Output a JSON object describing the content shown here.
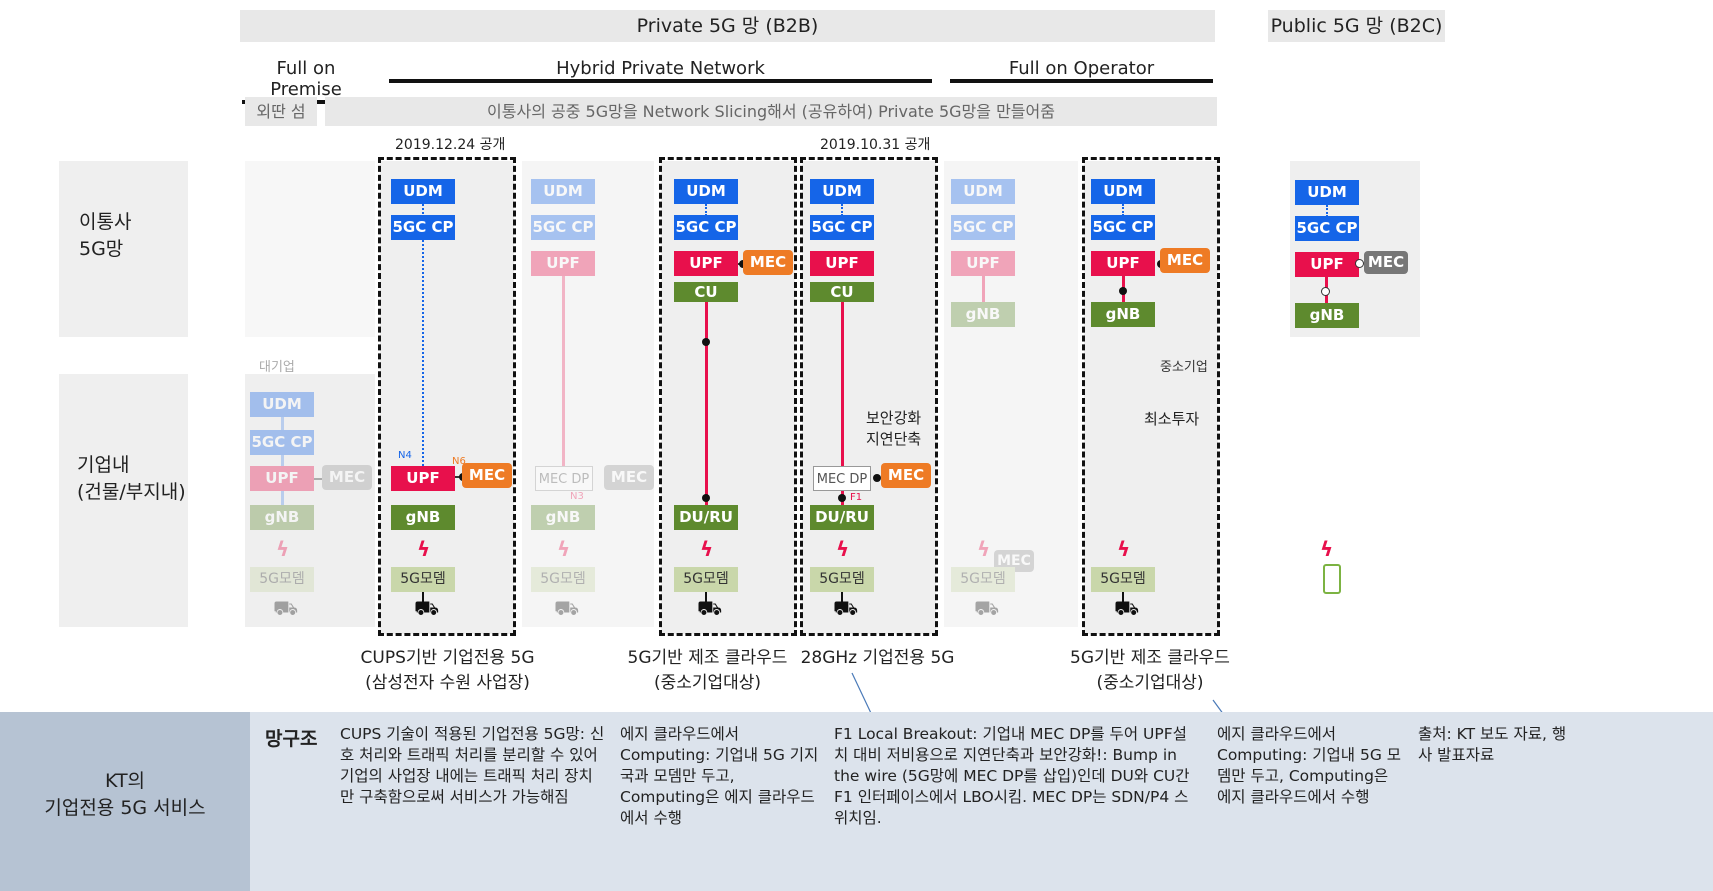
{
  "header": {
    "private": "Private 5G 망 (B2B)",
    "public": "Public 5G 망 (B2C)"
  },
  "categories": {
    "premise": "Full on Premise",
    "hybrid": "Hybrid Private Network",
    "operator": "Full on Operator"
  },
  "subheader": {
    "island": "외딴 섬",
    "slicing": "이통사의 공중 5G망을 Network Slicing해서 (공유하여) Private 5G망을 만들어줌"
  },
  "dates": {
    "d1": "2019.12.24 공개",
    "d2": "2019.10.31 공개"
  },
  "rows": {
    "carrier": "이통사\n5G망",
    "enterprise": "기업내\n(건물/부지내)"
  },
  "labels": {
    "large": "대기업",
    "sme": "중소기업",
    "security": "보안강화\n지연단축",
    "mininvest": "최소투자",
    "n4": "N4",
    "n6": "N6",
    "n3": "N3",
    "f1": "F1"
  },
  "nodes": {
    "udm": "UDM",
    "cp": "5GC CP",
    "upf": "UPF",
    "mec": "MEC",
    "cu": "CU",
    "gnb": "gNB",
    "dru": "DU/RU",
    "mecdp": "MEC DP",
    "modem": "5G모뎀"
  },
  "captions": {
    "c1": "CUPS기반 기업전용 5G\n(삼성전자 수원 사업장)",
    "c2": "5G기반 제조 클라우드\n(중소기업대상)",
    "c3": "28GHz 기업전용 5G",
    "c4": "5G기반 제조 클라우드\n(중소기업대상)"
  },
  "footer": {
    "title": "KT의\n기업전용 5G 서비스",
    "label": "망구조",
    "t1": "CUPS 기술이 적용된 기업전용 5G망: 신호 처리와 트래픽 처리를 분리할 수 있어 기업의 사업장 내에는 트래픽 처리 장치만 구축함으로써 서비스가 가능해짐",
    "t2": "에지 클라우드에서 Computing: 기업내 5G 기지국과 모뎀만 두고, Computing은 에지 클라우드에서 수행",
    "t3": "F1 Local Breakout: 기업내 MEC DP를 두어 UPF설치 대비 저비용으로 지연단축과 보안강화!: Bump in the wire (5G망에 MEC DP를 삽입)인데 DU와 CU간 F1 인터페이스에서 LBO시킴. MEC DP는 SDN/P4 스위치임.",
    "t4": "에지 클라우드에서 Computing: 기업내 5G 모뎀만 두고, Computing은 에지 클라우드에서 수행",
    "source": "출처: KT 보도 자료, 행사 발표자료"
  },
  "colors": {
    "blue": "#1565e8",
    "red": "#e8104c",
    "green": "#5e8a2e",
    "orange": "#ee7b25"
  }
}
